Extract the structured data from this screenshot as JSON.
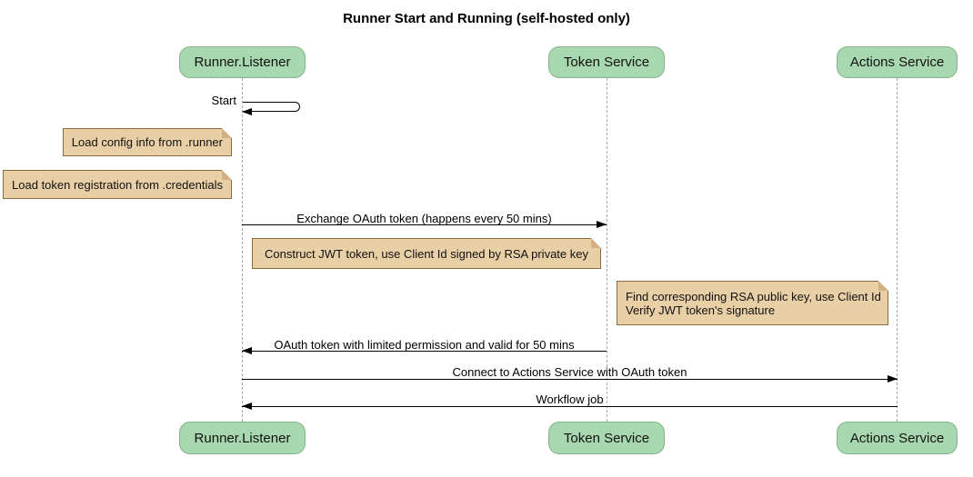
{
  "title": "Runner Start and Running (self-hosted only)",
  "diagram_type": "sequence",
  "participants": [
    {
      "name": "Runner.Listener"
    },
    {
      "name": "Token Service"
    },
    {
      "name": "Actions Service"
    }
  ],
  "messages": {
    "start": {
      "label": "Start",
      "from": "Runner.Listener",
      "to": "Runner.Listener"
    },
    "exchange": {
      "label": "Exchange OAuth token (happens every 50 mins)",
      "from": "Runner.Listener",
      "to": "Token Service"
    },
    "oauth_return": {
      "label": "OAuth token with limited permission and valid for 50 mins",
      "from": "Token Service",
      "to": "Runner.Listener"
    },
    "connect": {
      "label": "Connect to Actions Service with OAuth token",
      "from": "Runner.Listener",
      "to": "Actions Service"
    },
    "workflow": {
      "label": "Workflow job",
      "from": "Actions Service",
      "to": "Runner.Listener"
    }
  },
  "notes": {
    "load_config": {
      "text": "Load config info from .runner"
    },
    "load_token": {
      "text": "Load token registration from .credentials"
    },
    "construct_jwt": {
      "text": "Construct JWT token, use Client Id signed by RSA private key"
    },
    "verify_jwt": {
      "line1": "Find corresponding RSA public key, use Client Id",
      "line2": "Verify JWT token's signature"
    }
  },
  "colors": {
    "participant_fill": "#a8d8b0",
    "participant_border": "#84b28c",
    "note_fill": "#e9cfa6",
    "note_border": "#8a6d3f",
    "note_fold": "#d3b083",
    "lifeline": "#aaaaaa",
    "arrow": "#000000",
    "background": "#ffffff"
  }
}
